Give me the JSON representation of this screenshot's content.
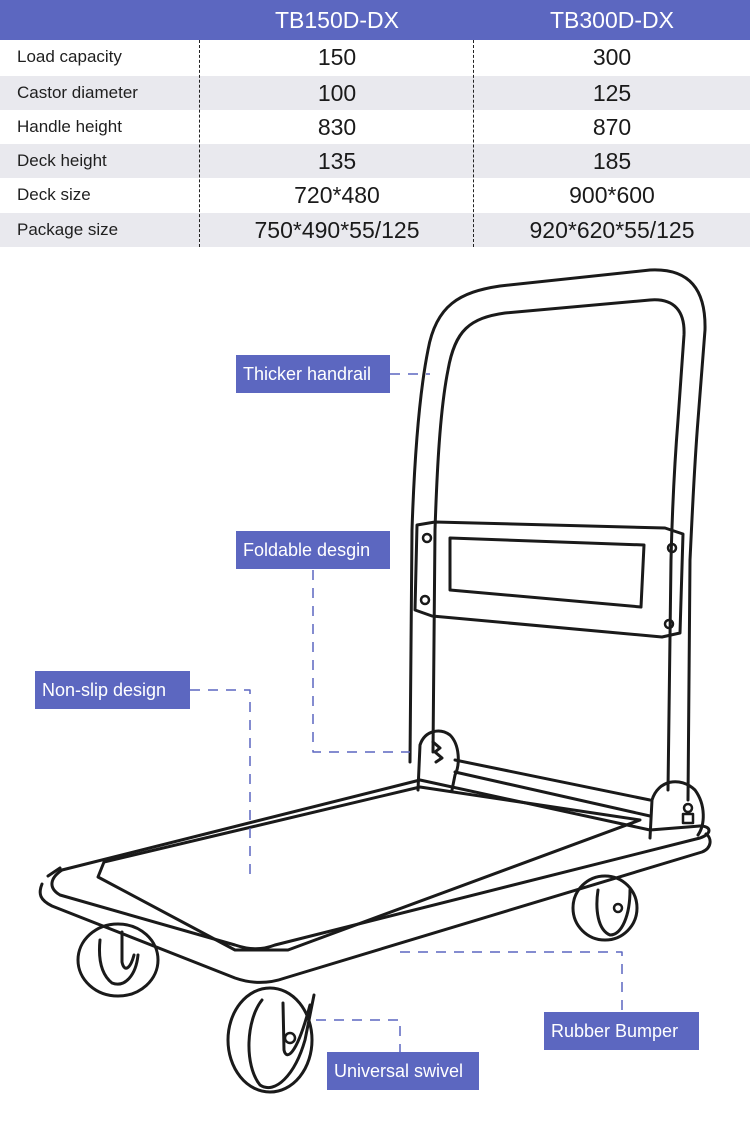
{
  "spec_table": {
    "columns": [
      "",
      "TB150D-DX",
      "TB300D-DX"
    ],
    "rows": [
      {
        "label": "Load capacity",
        "values": [
          "150",
          "300"
        ]
      },
      {
        "label": "Castor diameter",
        "values": [
          "100",
          "125"
        ]
      },
      {
        "label": "Handle height",
        "values": [
          "830",
          "870"
        ]
      },
      {
        "label": "Deck height",
        "values": [
          "135",
          "185"
        ]
      },
      {
        "label": "Deck size",
        "values": [
          "720*480",
          "900*600"
        ]
      },
      {
        "label": "Package size",
        "values": [
          "750*490*55/125",
          "920*620*55/125"
        ]
      }
    ]
  },
  "callouts": {
    "handrail": "Thicker handrail",
    "foldable": "Foldable desgin",
    "nonslip": "Non-slip design",
    "bumper": "Rubber Bumper",
    "swivel": "Universal swivel"
  },
  "colors": {
    "accent": "#5c67c0",
    "row_alt": "#e9e9ee",
    "line": "#1a1a1a"
  }
}
